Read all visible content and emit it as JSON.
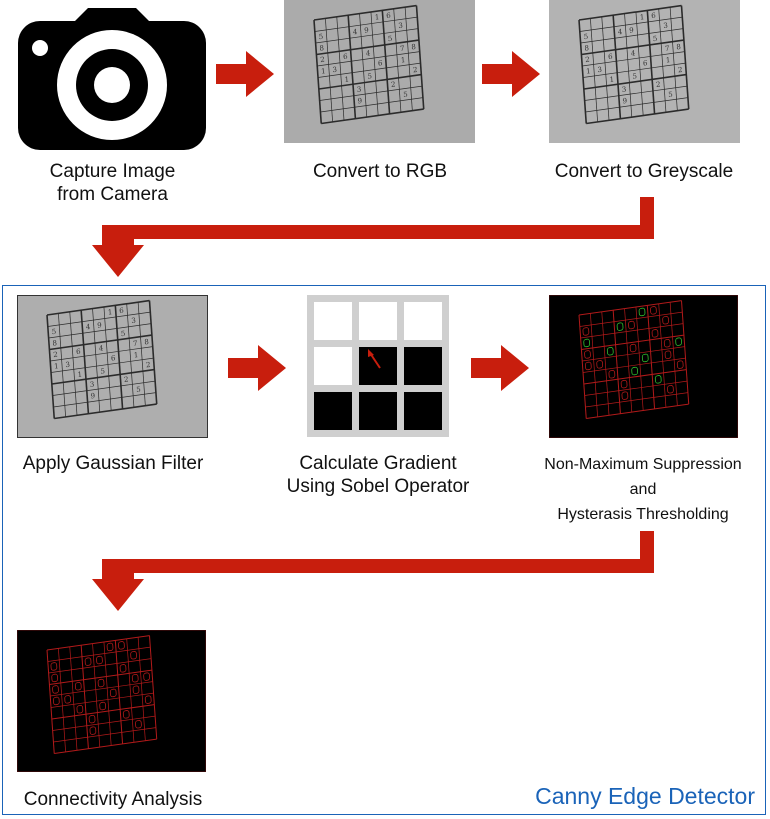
{
  "steps": {
    "capture": {
      "line1": "Capture Image",
      "line2": "from Camera"
    },
    "rgb": {
      "label": "Convert to RGB"
    },
    "grey": {
      "label": "Convert to Greyscale"
    },
    "gaussian": {
      "label": "Apply Gaussian Filter"
    },
    "gradient": {
      "line1": "Calculate Gradient",
      "line2": "Using Sobel Operator"
    },
    "nms": {
      "line1": "Non-Maximum Suppression",
      "line2": "and",
      "line3": "Hysterasis Thresholding"
    },
    "connectivity": {
      "label": "Connectivity Analysis"
    }
  },
  "group": {
    "title": "Canny Edge Detector"
  },
  "sudoku_digits": [
    {
      "r": 0,
      "c": 5,
      "v": "1"
    },
    {
      "r": 0,
      "c": 6,
      "v": "6"
    },
    {
      "r": 1,
      "c": 0,
      "v": "5"
    },
    {
      "r": 1,
      "c": 3,
      "v": "4"
    },
    {
      "r": 1,
      "c": 4,
      "v": "9"
    },
    {
      "r": 1,
      "c": 7,
      "v": "3"
    },
    {
      "r": 2,
      "c": 0,
      "v": "8"
    },
    {
      "r": 2,
      "c": 6,
      "v": "5"
    },
    {
      "r": 3,
      "c": 0,
      "v": "2"
    },
    {
      "r": 3,
      "c": 2,
      "v": "6"
    },
    {
      "r": 3,
      "c": 4,
      "v": "4"
    },
    {
      "r": 3,
      "c": 7,
      "v": "7"
    },
    {
      "r": 3,
      "c": 8,
      "v": "8"
    },
    {
      "r": 4,
      "c": 0,
      "v": "1"
    },
    {
      "r": 4,
      "c": 1,
      "v": "3"
    },
    {
      "r": 4,
      "c": 5,
      "v": "6"
    },
    {
      "r": 4,
      "c": 7,
      "v": "1"
    },
    {
      "r": 5,
      "c": 2,
      "v": "1"
    },
    {
      "r": 5,
      "c": 4,
      "v": "5"
    },
    {
      "r": 5,
      "c": 8,
      "v": "2"
    },
    {
      "r": 6,
      "c": 3,
      "v": "3"
    },
    {
      "r": 6,
      "c": 6,
      "v": "2"
    },
    {
      "r": 7,
      "c": 3,
      "v": "9"
    },
    {
      "r": 7,
      "c": 7,
      "v": "5"
    }
  ],
  "colors": {
    "arrow": "#c81e0d",
    "group_border": "#1a63b8",
    "edge_red": "#b21a1a",
    "edge_green": "#2fbf2f",
    "photo_bg": "#b0b0b0",
    "sobel_grey": "#cfcfcf"
  },
  "icons": {
    "camera": "camera-icon"
  }
}
